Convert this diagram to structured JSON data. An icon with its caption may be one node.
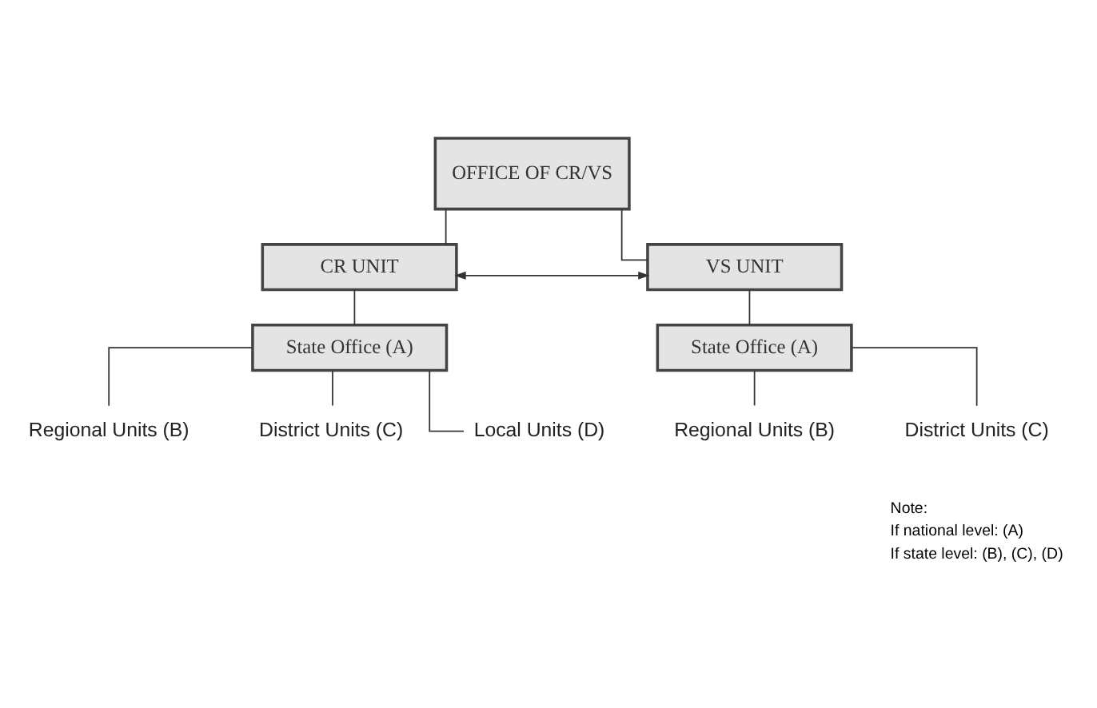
{
  "diagram": {
    "nodes": [
      {
        "text": [
          "OFFICE OF CR/VS"
        ]
      },
      {
        "text": [
          "CR UNIT"
        ]
      },
      {
        "text": [
          "VS UNIT"
        ]
      },
      {
        "text": [
          "State Office (A)"
        ]
      },
      {
        "text": [
          "State Office (A)"
        ]
      },
      {
        "text": [
          "Regional Units (B)"
        ]
      },
      {
        "text": [
          "District Units (C)"
        ]
      },
      {
        "text": [
          "Local Units (D)"
        ]
      },
      {
        "text": [
          "Regional Units (B)"
        ]
      },
      {
        "text": [
          "District Units (C)"
        ]
      }
    ],
    "edges": [
      {
        "from": 0,
        "to": 1,
        "arrow": "none"
      },
      {
        "from": 0,
        "to": 2,
        "arrow": "none"
      },
      {
        "from": 1,
        "to": 2,
        "arrow": "both"
      },
      {
        "from": 1,
        "to": 3,
        "arrow": "none"
      },
      {
        "from": 2,
        "to": 4,
        "arrow": "none"
      },
      {
        "from": 3,
        "to": 5,
        "arrow": "none"
      },
      {
        "from": 3,
        "to": 6,
        "arrow": "none"
      },
      {
        "from": 3,
        "to": 7,
        "arrow": "none"
      },
      {
        "from": 4,
        "to": 8,
        "arrow": "none"
      },
      {
        "from": 4,
        "to": 9,
        "arrow": "none"
      }
    ],
    "labels": [
      "Note:",
      "If national level: (A)",
      "If state level: (B), (C), (D)"
    ]
  }
}
